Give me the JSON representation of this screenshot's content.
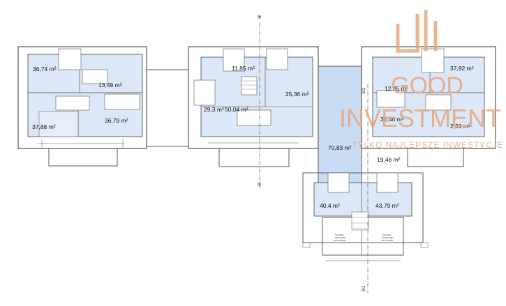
{
  "rooms": {
    "w_tl": "36,74 m²",
    "w_tr": "13,49 m²",
    "w_bl": "37,88 m²",
    "w_br": "36,79 m²",
    "c_top": "11,85 m²",
    "c_right": "25,36 m²",
    "c_left": "29,3 m²",
    "c_main": "50,04 m²",
    "e_mid": "12,45 m²",
    "e_tr": "37,92 m²",
    "e_main": "32,46 m²",
    "e_br": "2,31 m²",
    "link": "70,83 m²",
    "s_right_top": "19,46 m²",
    "s_left": "40,4 m²",
    "s_right": "43,79 m²"
  },
  "axis_labels": {
    "b_top": "B",
    "b_bottom": "B",
    "b1_top": "B1",
    "b1_bottom": "B1"
  },
  "stamps": {
    "left_l1": "ŚALONE",
    "left_l2": "PODDASZE",
    "left_l3": "UŻYTKOWE",
    "right_l1": "ŚALONE",
    "right_l2": "PODDASZE",
    "right_l3": "UŻYTKOWE"
  },
  "watermark": {
    "word1": "GOOD",
    "word2": "INVESTMENT",
    "tagline": "TYLKO NAJLEPSZE INWESTYCJE",
    "color": "#e6a77d"
  },
  "colors": {
    "room_fill": "#dce8f7",
    "link_fill": "#c9dcf3",
    "wall": "#333333"
  }
}
